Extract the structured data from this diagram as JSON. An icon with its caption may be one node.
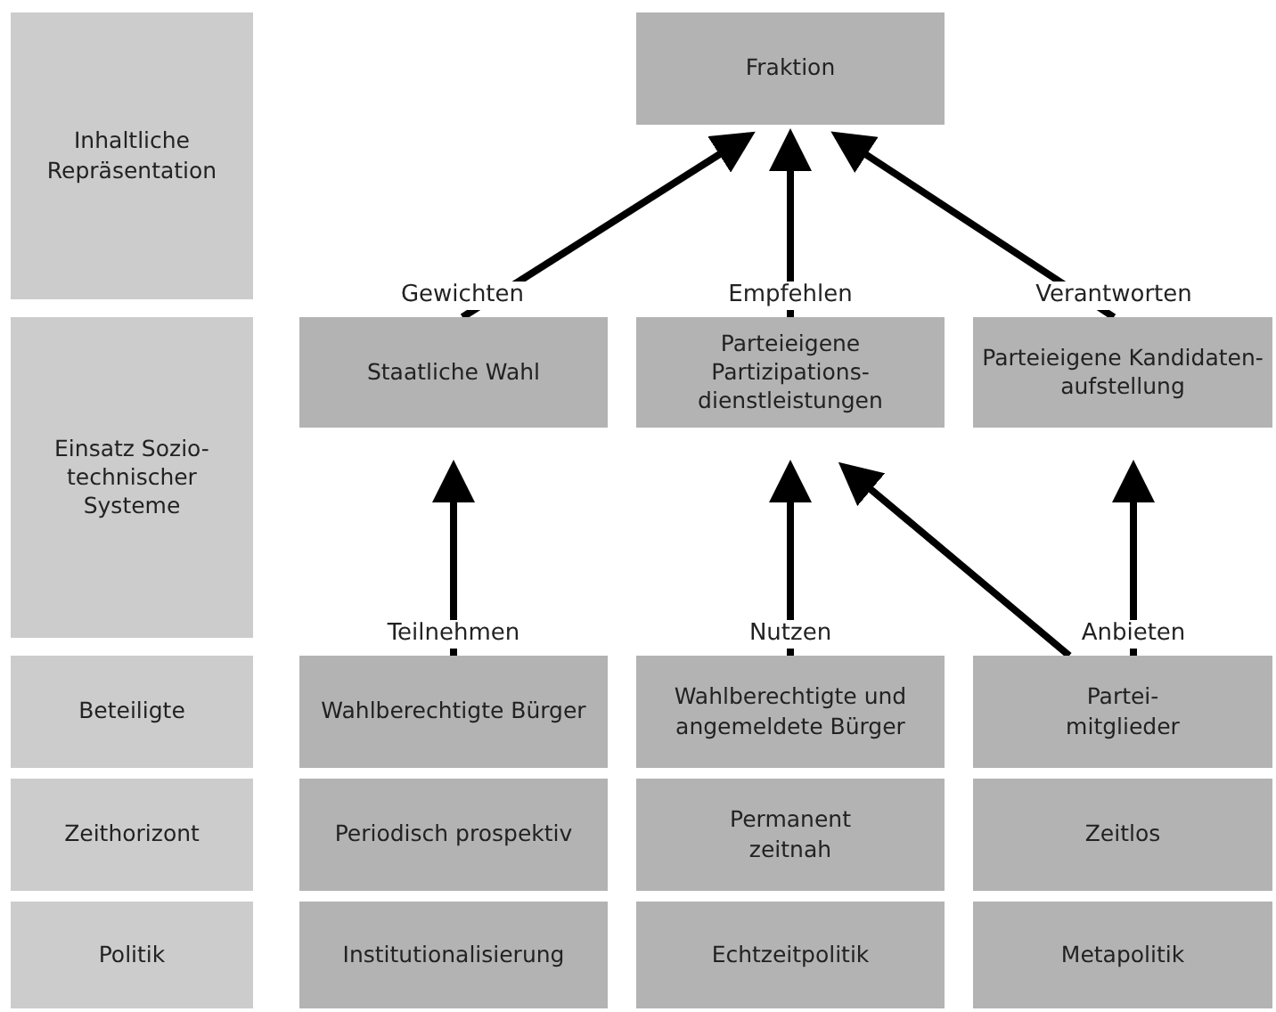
{
  "diagram": {
    "nodes": [
      {
        "text": [
          "Inhaltliche Repräsentation"
        ]
      },
      {
        "text": [
          "Fraktion"
        ]
      },
      {
        "text": [
          "Einsatz Sozio- technischer Systeme"
        ]
      },
      {
        "text": [
          "Staatliche Wahl"
        ]
      },
      {
        "text": [
          "Parteieigene Partizipations- dienstleistungen"
        ]
      },
      {
        "text": [
          "Parteieigene Kandidaten- aufstellung"
        ]
      },
      {
        "text": [
          "Beteiligte"
        ]
      },
      {
        "text": [
          "Wahlberechtigte Bürger"
        ]
      },
      {
        "text": [
          "Wahlberechtigte und angemeldete Bürger"
        ]
      },
      {
        "text": [
          "Partei- mitglieder"
        ]
      },
      {
        "text": [
          "Zeithorizont"
        ]
      },
      {
        "text": [
          "Periodisch prospektiv"
        ]
      },
      {
        "text": [
          "Permanent zeitnah"
        ]
      },
      {
        "text": [
          "Zeitlos"
        ]
      },
      {
        "text": [
          "Politik"
        ]
      },
      {
        "text": [
          "Institutionalisierung"
        ]
      },
      {
        "text": [
          "Echtzeitpolitik"
        ]
      },
      {
        "text": [
          "Metapolitik"
        ]
      }
    ],
    "edges": [
      {
        "from": 3,
        "to": 1,
        "arrow": "to",
        "label": "Gewichten"
      },
      {
        "from": 4,
        "to": 1,
        "arrow": "to",
        "label": "Empfehlen"
      },
      {
        "from": 5,
        "to": 1,
        "arrow": "to",
        "label": "Verantworten"
      },
      {
        "from": 7,
        "to": 3,
        "arrow": "to",
        "label": "Teilnehmen"
      },
      {
        "from": 8,
        "to": 4,
        "arrow": "to",
        "label": "Nutzen"
      },
      {
        "from": 9,
        "to": 4,
        "arrow": "to"
      },
      {
        "from": 9,
        "to": 5,
        "arrow": "to",
        "label": "Anbieten"
      }
    ]
  }
}
